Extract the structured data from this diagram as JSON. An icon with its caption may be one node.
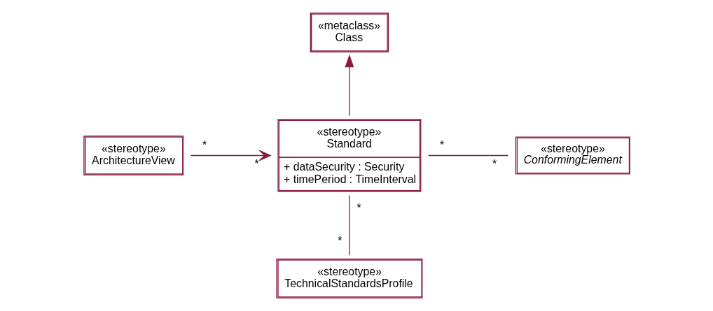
{
  "diagram": {
    "nodes": [
      {
        "text": [
          "«metaclass»",
          "Class"
        ]
      },
      {
        "text": [
          "«stereotype»",
          "ArchitectureView"
        ]
      },
      {
        "text": [
          "«stereotype»",
          "Standard",
          "+ dataSecurity : Security",
          "+ timePeriod : TimeInterval"
        ]
      },
      {
        "text": [
          "«stereotype»",
          "ConformingElement"
        ]
      },
      {
        "text": [
          "«stereotype»",
          "TechnicalStandardsProfile"
        ]
      }
    ],
    "edges": [
      {
        "from": 2,
        "to": 0,
        "arrow": "to"
      },
      {
        "from": 1,
        "to": 2,
        "arrow": "to"
      },
      {
        "from": 2,
        "to": 3,
        "arrow": "none"
      },
      {
        "from": 2,
        "to": 4,
        "arrow": "none"
      }
    ],
    "labels": [
      "*",
      "*",
      "*",
      "*",
      "*",
      "*"
    ]
  }
}
